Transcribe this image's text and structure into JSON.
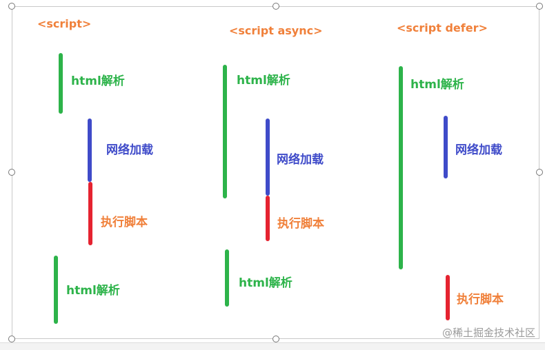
{
  "colors": {
    "parse": "#2db34a",
    "load": "#3f4bc9",
    "exec": "#e52330",
    "title": "#f0803a",
    "exec_label": "#f0803a"
  },
  "columns": [
    {
      "title": "<script>",
      "segments": [
        {
          "kind": "parse",
          "label": "html解析"
        },
        {
          "kind": "load",
          "label": "网络加载"
        },
        {
          "kind": "exec",
          "label": "执行脚本"
        },
        {
          "kind": "parse",
          "label": "html解析"
        }
      ]
    },
    {
      "title": "<script async>",
      "segments": [
        {
          "kind": "parse",
          "label": "html解析"
        },
        {
          "kind": "load",
          "label": "网络加载"
        },
        {
          "kind": "exec",
          "label": "执行脚本"
        },
        {
          "kind": "parse",
          "label": "html解析"
        }
      ]
    },
    {
      "title": "<script defer>",
      "segments": [
        {
          "kind": "parse",
          "label": "html解析"
        },
        {
          "kind": "load",
          "label": "网络加载"
        },
        {
          "kind": "exec",
          "label": "执行脚本"
        }
      ]
    }
  ],
  "watermark": "@稀土掘金技术社区"
}
